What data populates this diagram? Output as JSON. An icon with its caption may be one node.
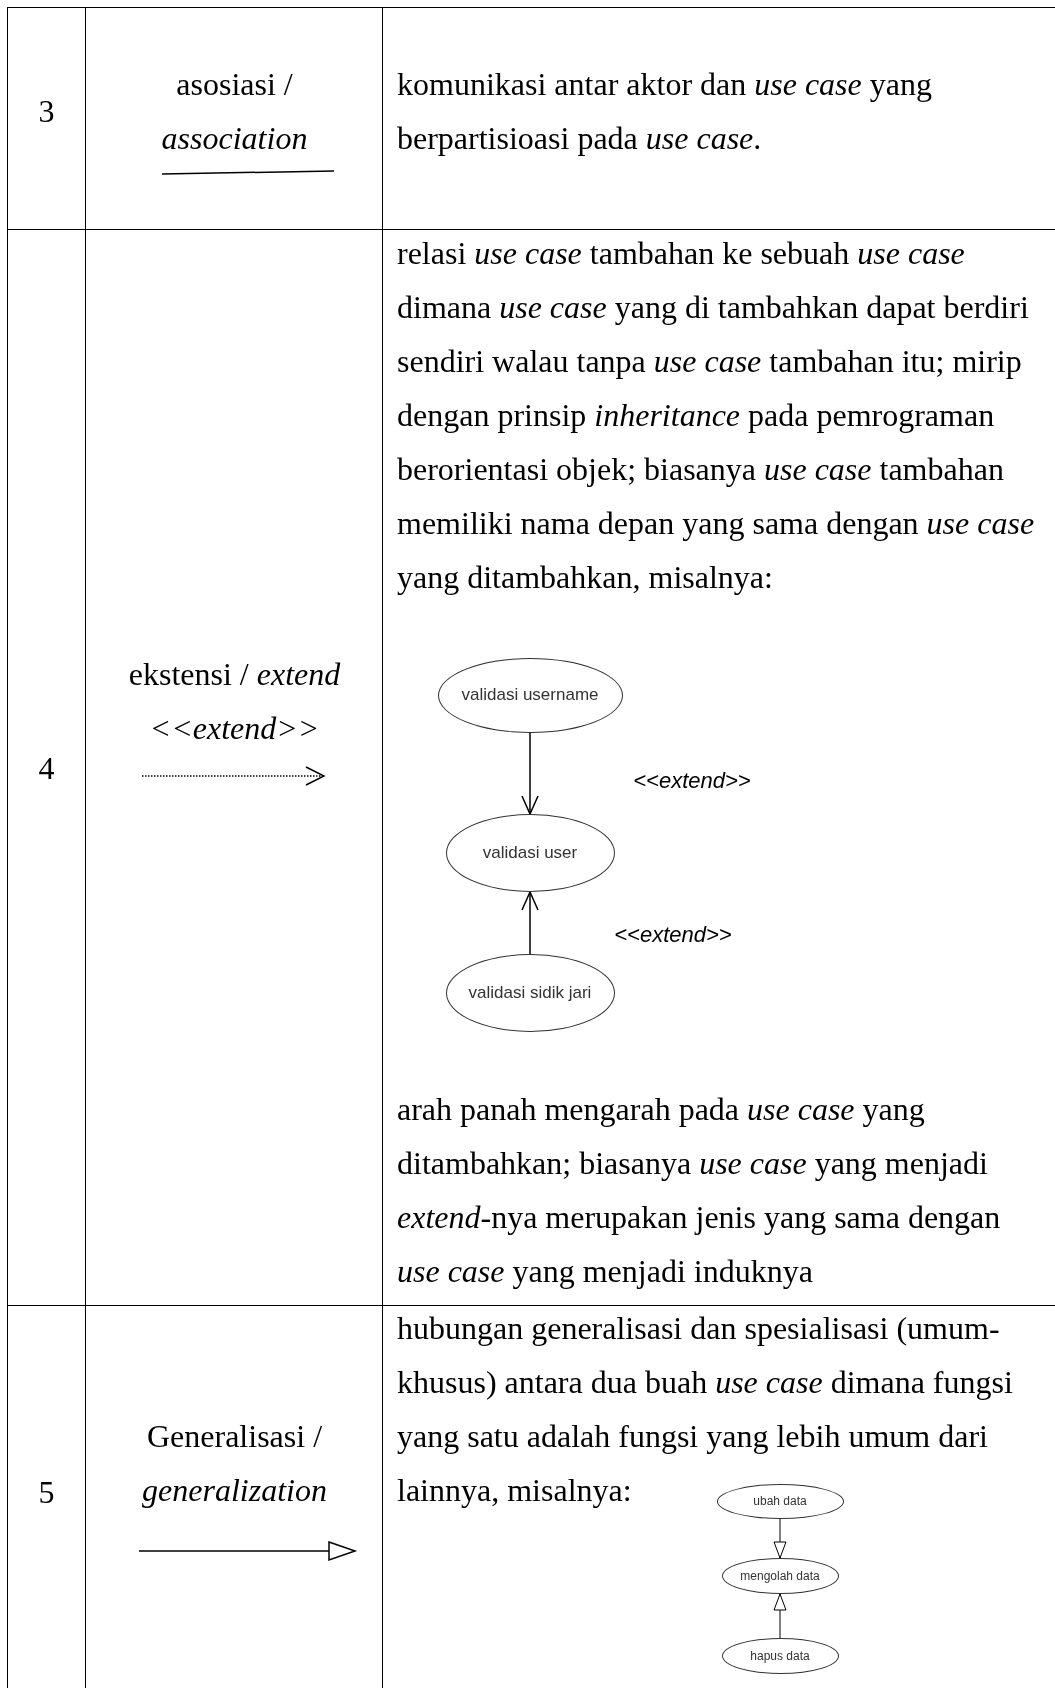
{
  "diagram": {
    "nodes": [
      {
        "text": [
          "validasi username"
        ]
      },
      {
        "text": [
          "validasi user"
        ]
      },
      {
        "text": [
          "validasi sidik jari"
        ]
      },
      {
        "text": [
          "ubah data"
        ]
      },
      {
        "text": [
          "mengolah data"
        ]
      },
      {
        "text": [
          "hapus data"
        ]
      }
    ],
    "edges": [
      {
        "from": 0,
        "to": 1,
        "arrow": "to",
        "label": "<<extend>>"
      },
      {
        "from": 2,
        "to": 1,
        "arrow": "to",
        "label": "<<extend>>"
      },
      {
        "from": 3,
        "to": 4,
        "arrow": "to"
      },
      {
        "from": 5,
        "to": 4,
        "arrow": "to"
      }
    ],
    "labels": [
      "3",
      "asosiasi / *association*",
      "komunikasi antar aktor dan *use case* yang berpartisioasi pada *use case*.",
      "4",
      "ekstensi / *extend*",
      "<<extend>>",
      "relasi *use case* tambahan ke sebuah *use case* dimana *use case* yang di tambahkan dapat berdiri sendiri walau tanpa *use case* tambahan itu; mirip dengan prinsip *inheritance* pada pemrograman berorientasi objek; biasanya *use case* tambahan memiliki nama depan yang sama dengan *use case* yang ditambahkan, misalnya:",
      "arah panah mengarah pada *use case* yang ditambahkan; biasanya *use case* yang menjadi *extend*-nya merupakan jenis yang sama dengan *use case* yang menjadi induknya",
      "5",
      "Generalisasi / *generalization*",
      "hubungan generalisasi dan spesialisasi (umum-khusus) antara dua buah *use case* dimana fungsi yang satu adalah fungsi yang lebih umum dari lainnya, misalnya:"
    ]
  }
}
